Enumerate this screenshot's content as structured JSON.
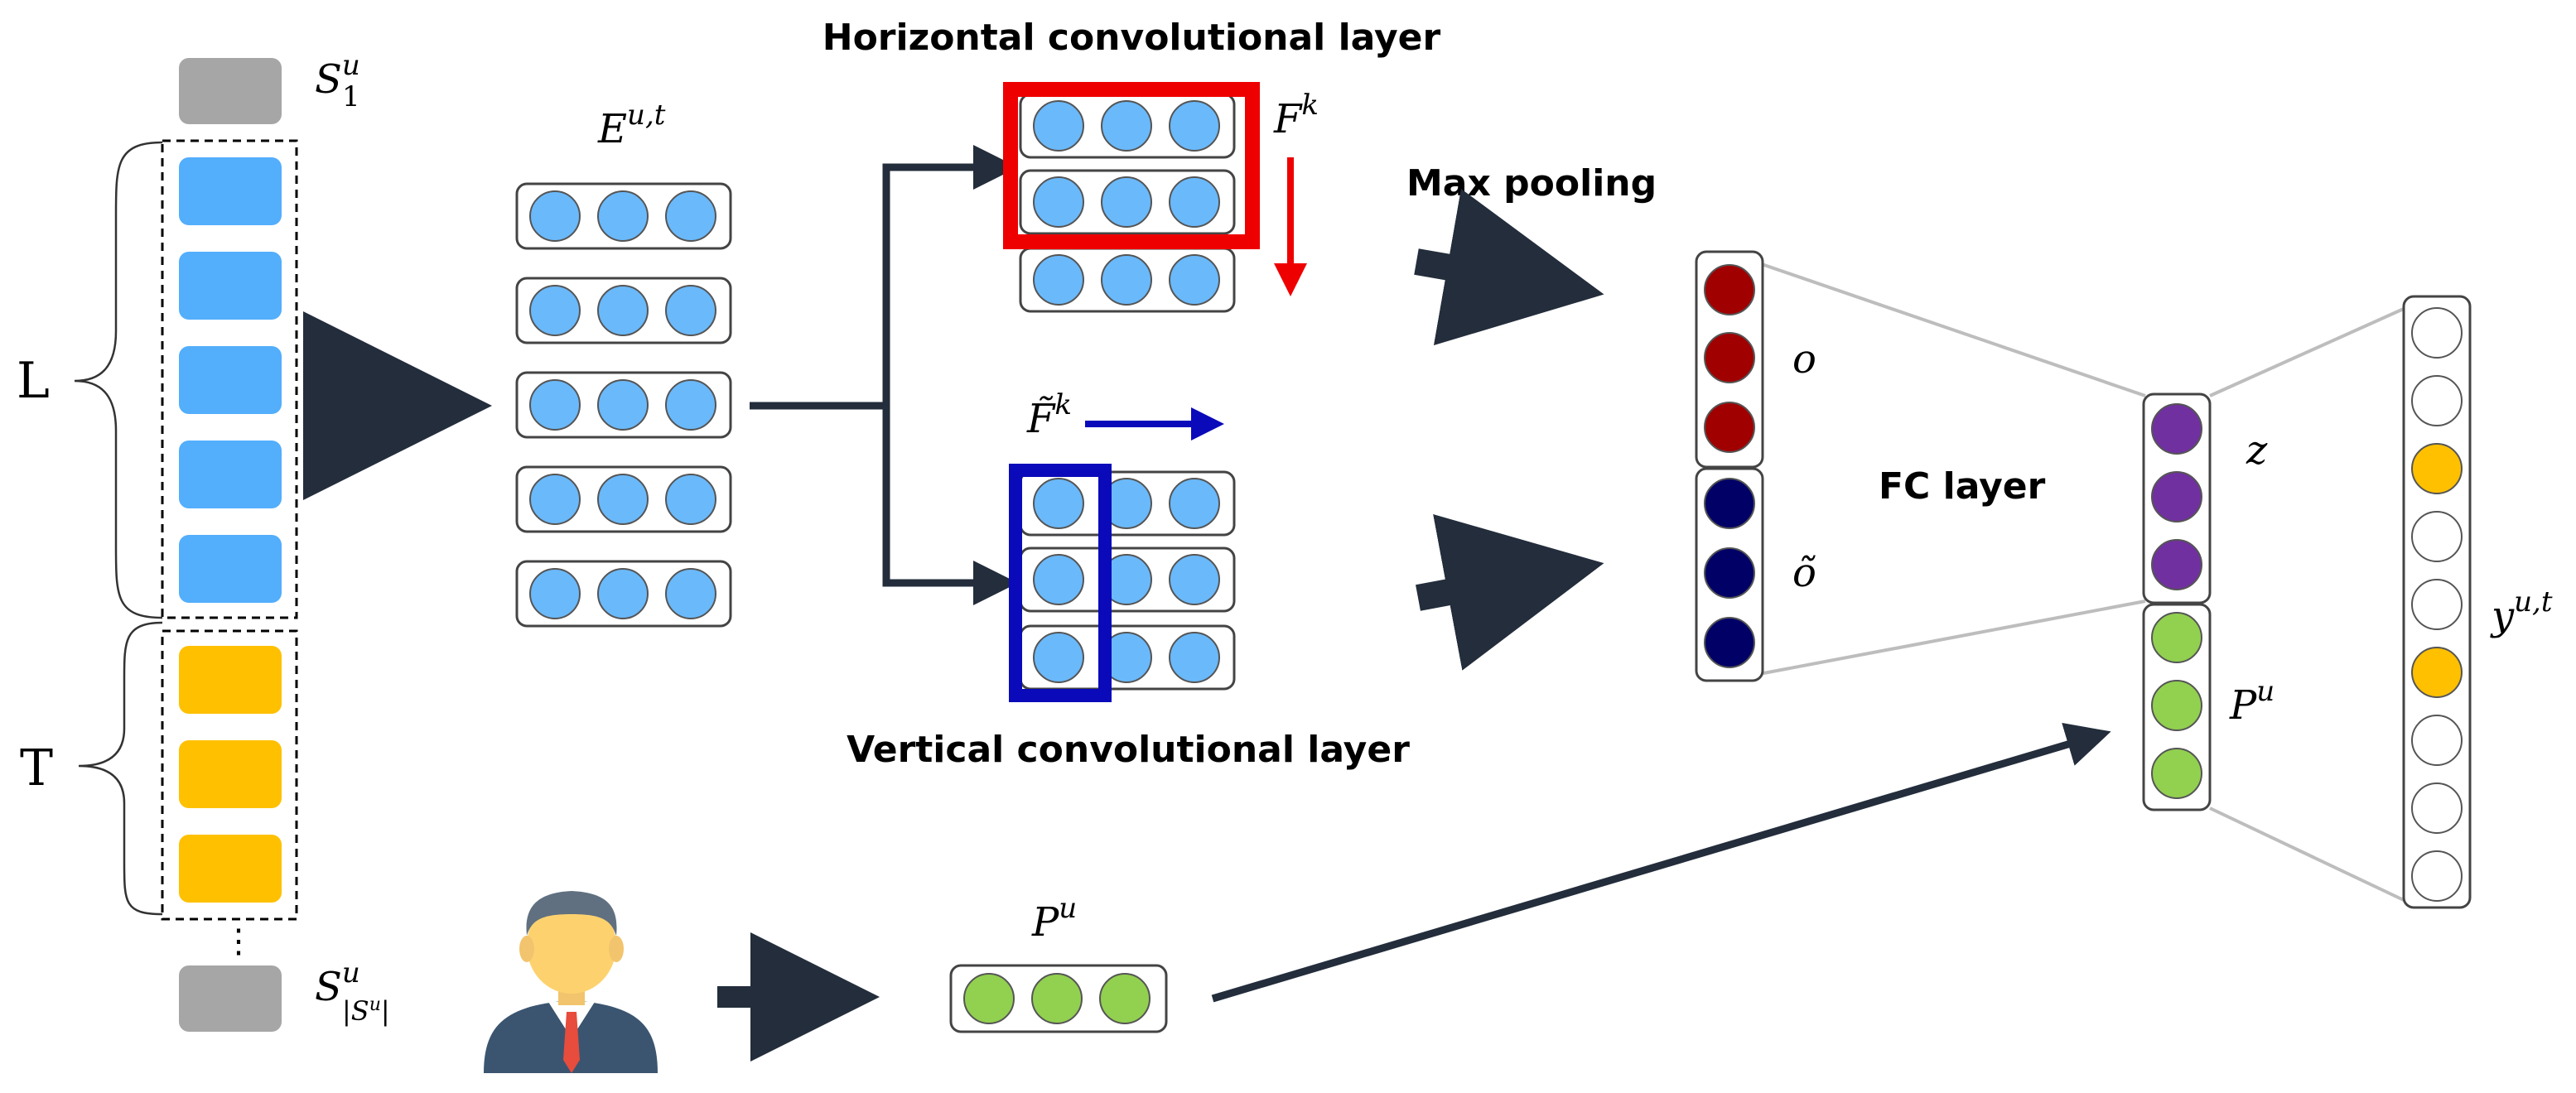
{
  "labels": {
    "horizontal_layer": "Horizontal convolutional layer",
    "vertical_layer": "Vertical convolutional layer",
    "max_pooling": "Max pooling",
    "fc_layer": "FC layer",
    "L": "L",
    "T": "T",
    "dots": "⋮",
    "s_base": "S",
    "s1_sup": "u",
    "s1_sub": "1",
    "slast_sup": "u",
    "slast_sub": "|S",
    "slast_sub_sup": "u",
    "slast_sub_end": "|",
    "E_base": "E",
    "E_sup": "u,t",
    "F_base": "F",
    "F_sup": "k",
    "Ft_base": "F̃",
    "Ft_sup": "k",
    "o": "o",
    "o_tilde": "õ",
    "z": "z",
    "P_base": "P",
    "P_sup": "u",
    "y_base": "y",
    "y_sup": "u,t"
  },
  "colors": {
    "gray_block": "#a6a6a6",
    "blue_block": "#53aefc",
    "orange_block": "#ffc000",
    "embed_dot": "#6ab9fb",
    "red_filter": "#ee0000",
    "blue_filter": "#0a0aba",
    "dark_red": "#a00000",
    "navy": "#000066",
    "purple": "#7030a0",
    "green": "#92d050",
    "gold": "#ffc000",
    "arrow": "#232d3b",
    "line_gray": "#bdbdbd"
  },
  "counts": {
    "L_blocks": 5,
    "T_blocks": 3,
    "embed_rows": 5,
    "embed_cols": 3
  },
  "output": {
    "highlighted": [
      2,
      5
    ]
  },
  "icons": {
    "user": "person-icon"
  }
}
